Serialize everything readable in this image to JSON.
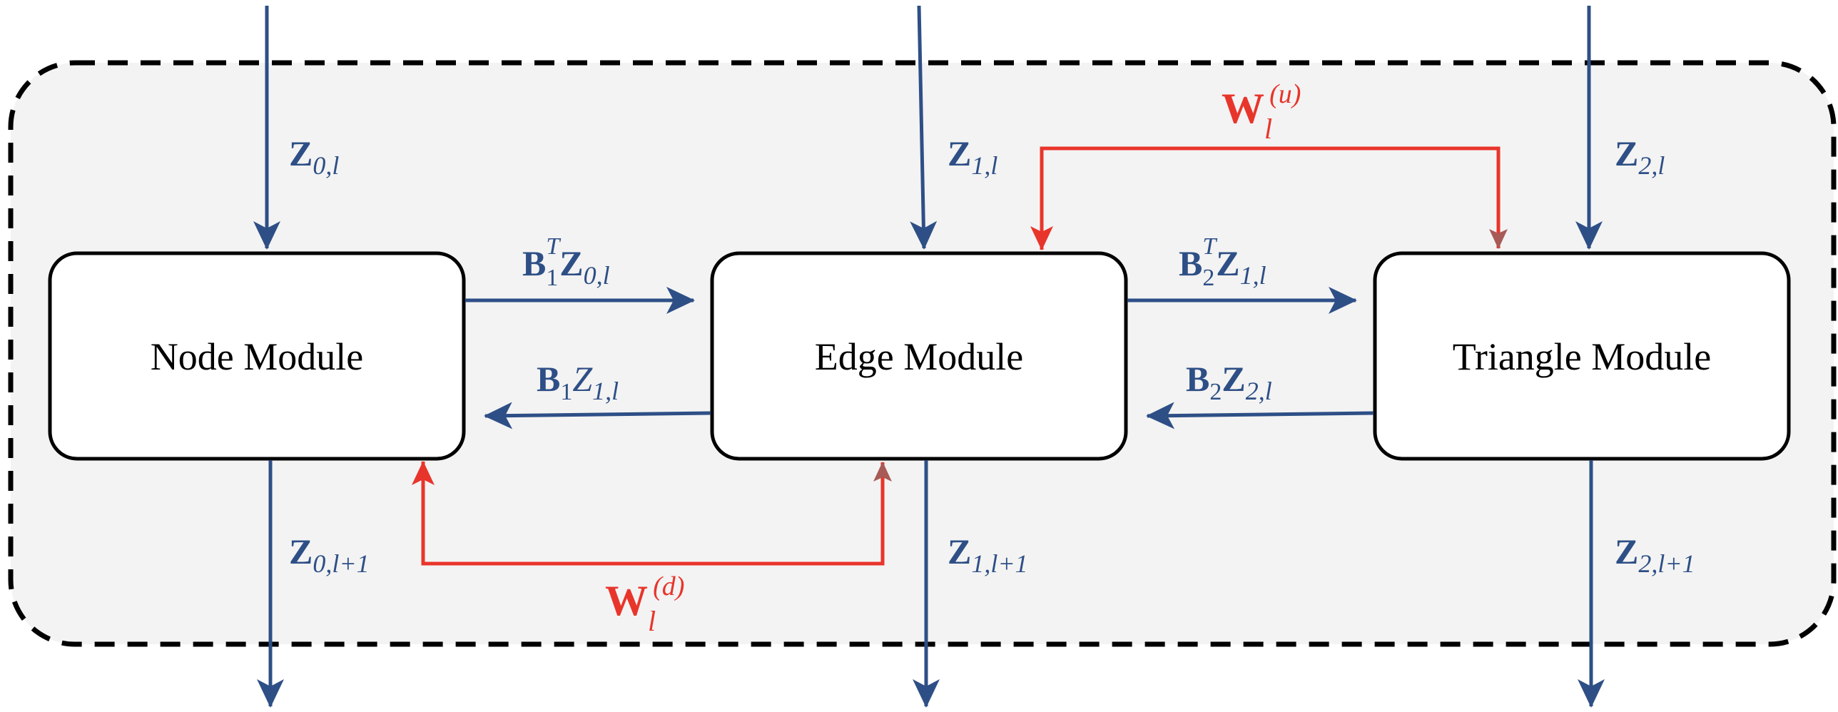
{
  "modules": {
    "node": "Node Module",
    "edge": "Edge Module",
    "triangle": "Triangle Module"
  },
  "labels": {
    "z0_in": {
      "main": "Z",
      "sub": "0,l"
    },
    "z1_in": {
      "main": "Z",
      "sub": "1,l"
    },
    "z2_in": {
      "main": "Z",
      "sub": "2,l"
    },
    "z0_out": {
      "main": "Z",
      "sub": "0,l+1"
    },
    "z1_out": {
      "main": "Z",
      "sub": "1,l+1"
    },
    "z2_out": {
      "main": "Z",
      "sub": "2,l+1"
    },
    "b1t_z0": {
      "b": "B",
      "b_sub": "1",
      "b_sup": "T",
      "z": "Z",
      "z_sub": "0,l"
    },
    "b1_z1": {
      "b": "B",
      "b_sub": "1",
      "z": "Z",
      "z_sub": "1,l"
    },
    "b2t_z1": {
      "b": "B",
      "b_sub": "2",
      "b_sup": "T",
      "z": "Z",
      "z_sub": "1,l"
    },
    "b2_z2": {
      "b": "B",
      "b_sub": "2",
      "z": "Z",
      "z_sub": "2,l"
    },
    "w_up": {
      "main": "W",
      "sub": "l",
      "sup": "(u)"
    },
    "w_down": {
      "main": "W",
      "sub": "l",
      "sup": "(d)"
    }
  },
  "colors": {
    "flow": "#2e4f86",
    "weight": "#e8352b",
    "weight_head": "#a85a56",
    "layer_fill": "#f3f3f3",
    "border": "#000000"
  }
}
